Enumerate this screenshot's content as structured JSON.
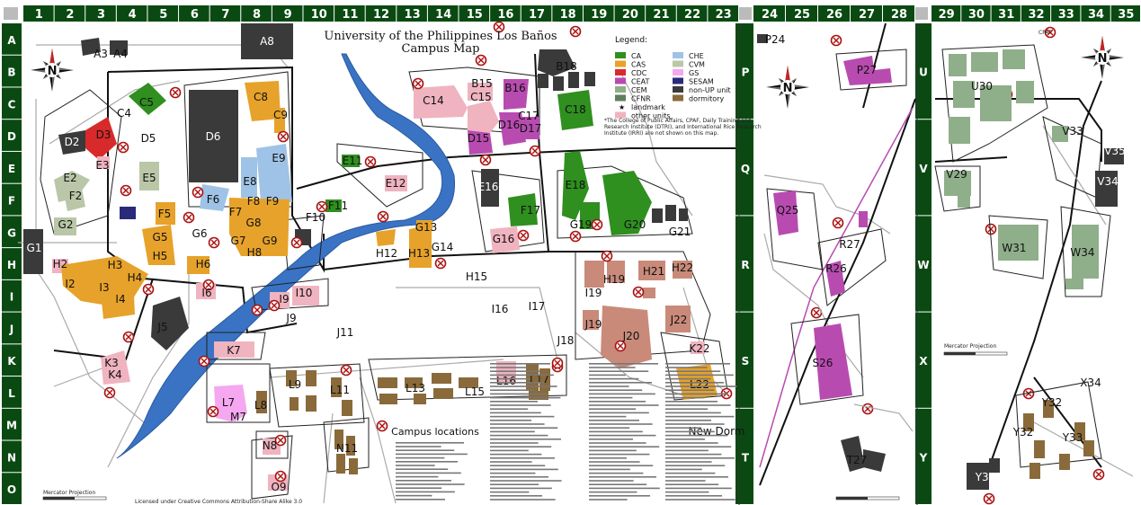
{
  "map": {
    "title": "University of the Philippines Los Baños",
    "subtitle": "Campus Map",
    "columns": [
      "1",
      "2",
      "3",
      "4",
      "5",
      "6",
      "7",
      "8",
      "9",
      "10",
      "11",
      "12",
      "13",
      "14",
      "15",
      "16",
      "17",
      "18",
      "19",
      "20",
      "21",
      "22",
      "23",
      "24",
      "25",
      "26",
      "27",
      "28",
      "29",
      "30",
      "31",
      "32",
      "33",
      "34",
      "35"
    ],
    "rows_left": [
      "A",
      "B",
      "C",
      "D",
      "E",
      "F",
      "G",
      "H",
      "I",
      "J",
      "K",
      "L",
      "M",
      "N",
      "O"
    ],
    "rows_mid": [
      "P",
      "Q",
      "R",
      "S",
      "T"
    ],
    "rows_right": [
      "U",
      "V",
      "W",
      "X",
      "Y"
    ],
    "compass_label": "N",
    "legend": {
      "title": "Legend:",
      "items_left": [
        {
          "code": "CA",
          "color": "#2f8f1f"
        },
        {
          "code": "CAS",
          "color": "#e6a22a"
        },
        {
          "code": "CDC",
          "color": "#d82a2a"
        },
        {
          "code": "CEAT",
          "color": "#b84bb0"
        },
        {
          "code": "CEM",
          "color": "#8fae8a"
        },
        {
          "code": "CFNR",
          "color": "#5f7f5f"
        },
        {
          "code": "landmark",
          "color": "#111111"
        },
        {
          "code": "other units",
          "color": "#f0b3c0"
        }
      ],
      "items_right": [
        {
          "code": "CHE",
          "color": "#9fc3e6"
        },
        {
          "code": "CVM",
          "color": "#b9c7a8"
        },
        {
          "code": "GS",
          "color": "#f5a8f0"
        },
        {
          "code": "SESAM",
          "color": "#2a2a7a"
        },
        {
          "code": "non-UP unit",
          "color": "#3a3a3a"
        },
        {
          "code": "dormitory",
          "color": "#8a6a3a"
        }
      ]
    },
    "section_title": "Campus locations",
    "credit": "Licensed under Creative Commons Attribution-Share Alike 3.0",
    "scale_label": "Mercator Projection",
    "labels": {
      "A3": "A3",
      "A4": "A4",
      "A8": "A8",
      "B15": "B15",
      "B16": "B16",
      "B18": "B18",
      "C4": "C4",
      "C5": "C5",
      "C8": "C8",
      "C9": "C9",
      "C14": "C14",
      "C15": "C15",
      "C17": "C17",
      "C18": "C18",
      "D2": "D2",
      "D3": "D3",
      "D5": "D5",
      "D6": "D6",
      "D15": "D15",
      "D16": "D16",
      "D17": "D17",
      "E2": "E2",
      "E3": "E3",
      "E5": "E5",
      "E8": "E8",
      "E9": "E9",
      "E11": "E11",
      "E12": "E12",
      "E16": "E16",
      "E18": "E18",
      "F2": "F2",
      "F5": "F5",
      "F6": "F6",
      "F7": "F7",
      "F8": "F8",
      "F9": "F9",
      "F10": "F10",
      "F11": "F11",
      "F17": "F17",
      "G1": "G1",
      "G2": "G2",
      "G5": "G5",
      "G6": "G6",
      "G7": "G7",
      "G8": "G8",
      "G9": "G9",
      "G13": "G13",
      "G14": "G14",
      "G16": "G16",
      "G19": "G19",
      "G20": "G20",
      "G21": "G21",
      "H2": "H2",
      "H3": "H3",
      "H4": "H4",
      "H5": "H5",
      "H6": "H6",
      "H8": "H8",
      "H12": "H12",
      "H13": "H13",
      "H15": "H15",
      "H19": "H19",
      "H21": "H21",
      "H22": "H22",
      "I2": "I2",
      "I3": "I3",
      "I4": "I4",
      "I6": "I6",
      "I9": "I9",
      "I10": "I10",
      "I16": "I16",
      "I17": "I17",
      "I19": "I19",
      "J5": "J5",
      "J9": "J9",
      "J11": "J11",
      "J18": "J18",
      "J19": "J19",
      "J20": "J20",
      "J22": "J22",
      "K3": "K3",
      "K4": "K4",
      "K7": "K7",
      "K22": "K22",
      "L7": "L7",
      "L8": "L8",
      "L9": "L9",
      "L11": "L11",
      "L13": "L13",
      "L15": "L15",
      "L16": "L16",
      "L17": "L17",
      "L22": "L22",
      "M7": "M7",
      "N8": "N8",
      "N11": "N11",
      "O9": "O9",
      "P24": "P24",
      "P27": "P27",
      "Q25": "Q25",
      "R26": "R26",
      "R27": "R27",
      "S26": "S26",
      "T27": "T27",
      "U30": "U30",
      "V29": "V29",
      "V33": "V33",
      "V34": "V34",
      "V35": "V35",
      "W31": "W31",
      "W34": "W34",
      "X34": "X34",
      "Y30": "Y30",
      "Y32": "Y32",
      "Y33": "Y33",
      "CPAF": "CPAF",
      "NewDorm": "New Dorm"
    }
  }
}
